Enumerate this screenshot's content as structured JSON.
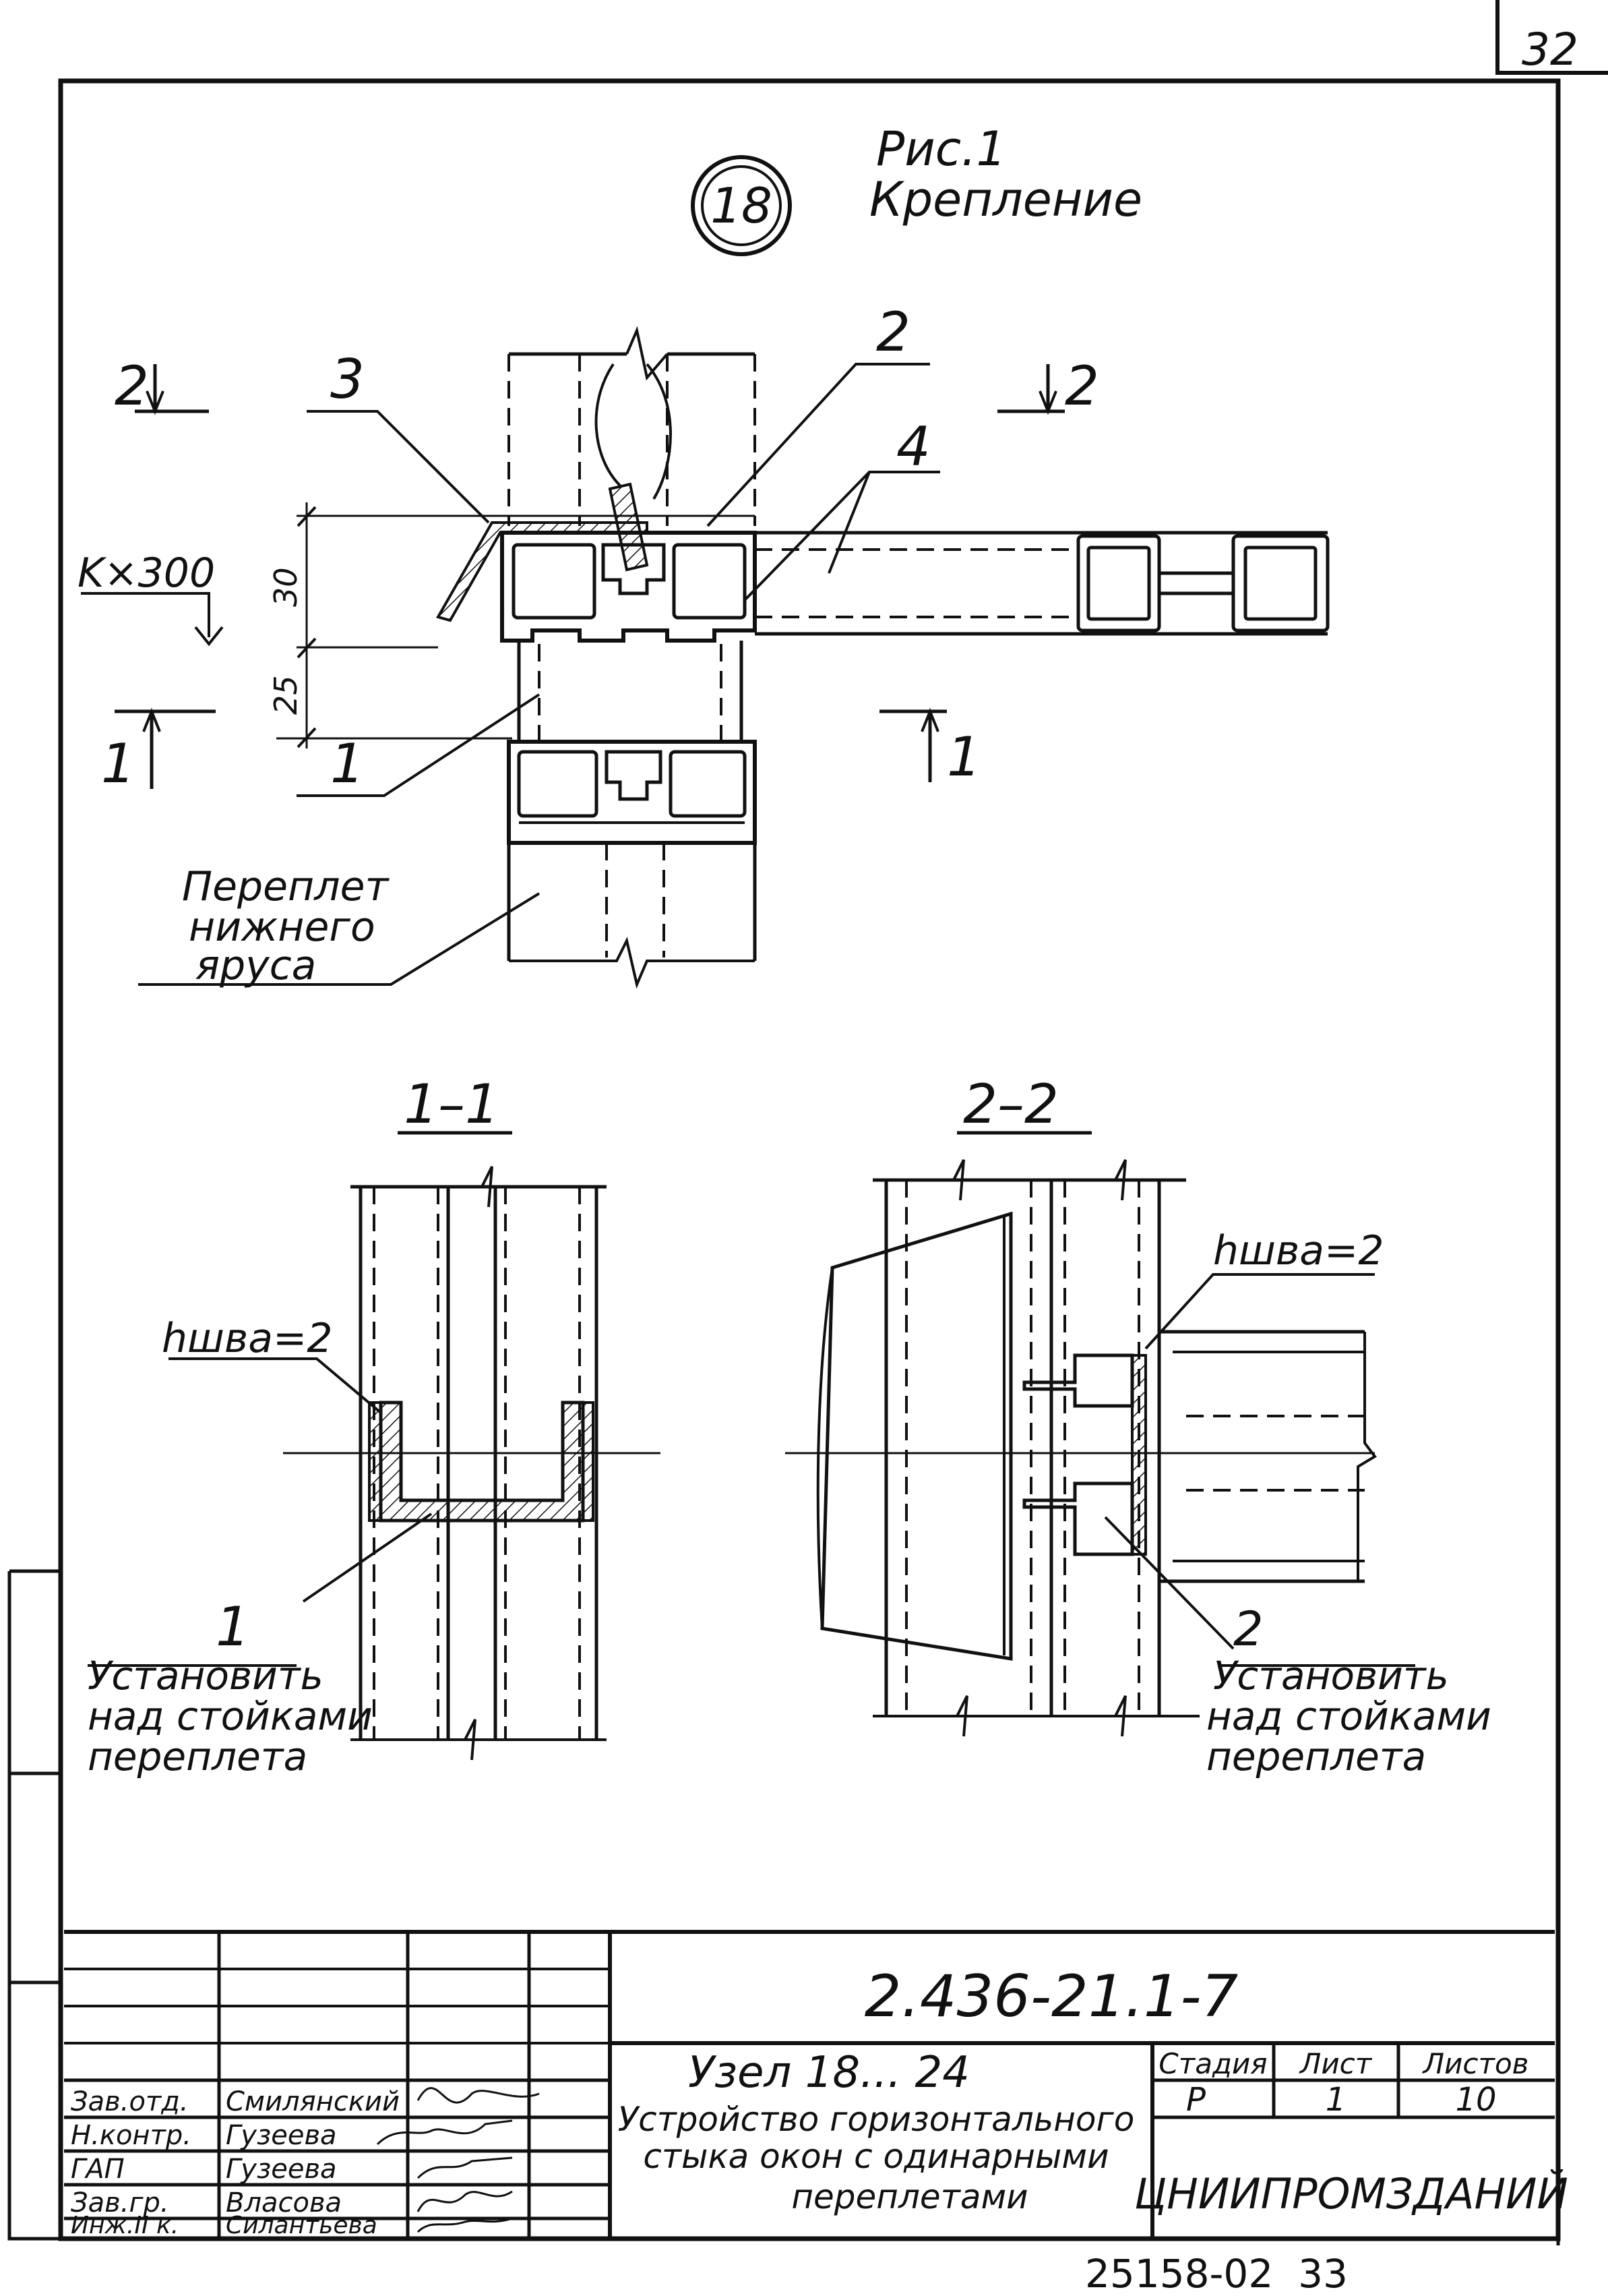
{
  "sheet_number": "32",
  "figure": {
    "node_number": "18",
    "caption_line1": "Рис.1",
    "caption_line2": "Крепление"
  },
  "callouts": {
    "c1": "1",
    "c2": "2",
    "c3": "3",
    "c4": "4"
  },
  "sections": {
    "marker_1": "1",
    "marker_2": "2",
    "title_1": "1–1",
    "title_2": "2–2"
  },
  "dimensions": {
    "spacing": "K×300",
    "dim_30": "30",
    "dim_25": "25",
    "thickness_left": "hшва=2",
    "thickness_right": "hшва=2"
  },
  "notes": {
    "lower_tier_line1": "Переплет",
    "lower_tier_line2": "нижнего",
    "lower_tier_line3": "яруса",
    "install_line1": "Установить",
    "install_line2": "над стойками",
    "install_line3": "переплета"
  },
  "title_block": {
    "designation": "2.436-21.1-7",
    "node_title": "Узел 18... 24",
    "desc_line1": "Устройство горизонтального",
    "desc_line2": "стыка окон с одинарными",
    "desc_line3": "переплетами",
    "stage_header": "Стадия",
    "sheet_header": "Лист",
    "sheets_header": "Листов",
    "stage_value": "Р",
    "sheet_value": "1",
    "sheets_value": "10",
    "organization": "ЦНИИПРОМЗДАНИЙ",
    "roles": [
      {
        "role": "Зав.отд.",
        "name": "Смилянский"
      },
      {
        "role": "Н.контр.",
        "name": "Гузеева"
      },
      {
        "role": "ГАП",
        "name": "Гузеева"
      },
      {
        "role": "Зав.гр.",
        "name": "Власова"
      },
      {
        "role": "Инж.II к.",
        "name": "Силантьева"
      }
    ]
  },
  "footer_code": "25158-02  33"
}
